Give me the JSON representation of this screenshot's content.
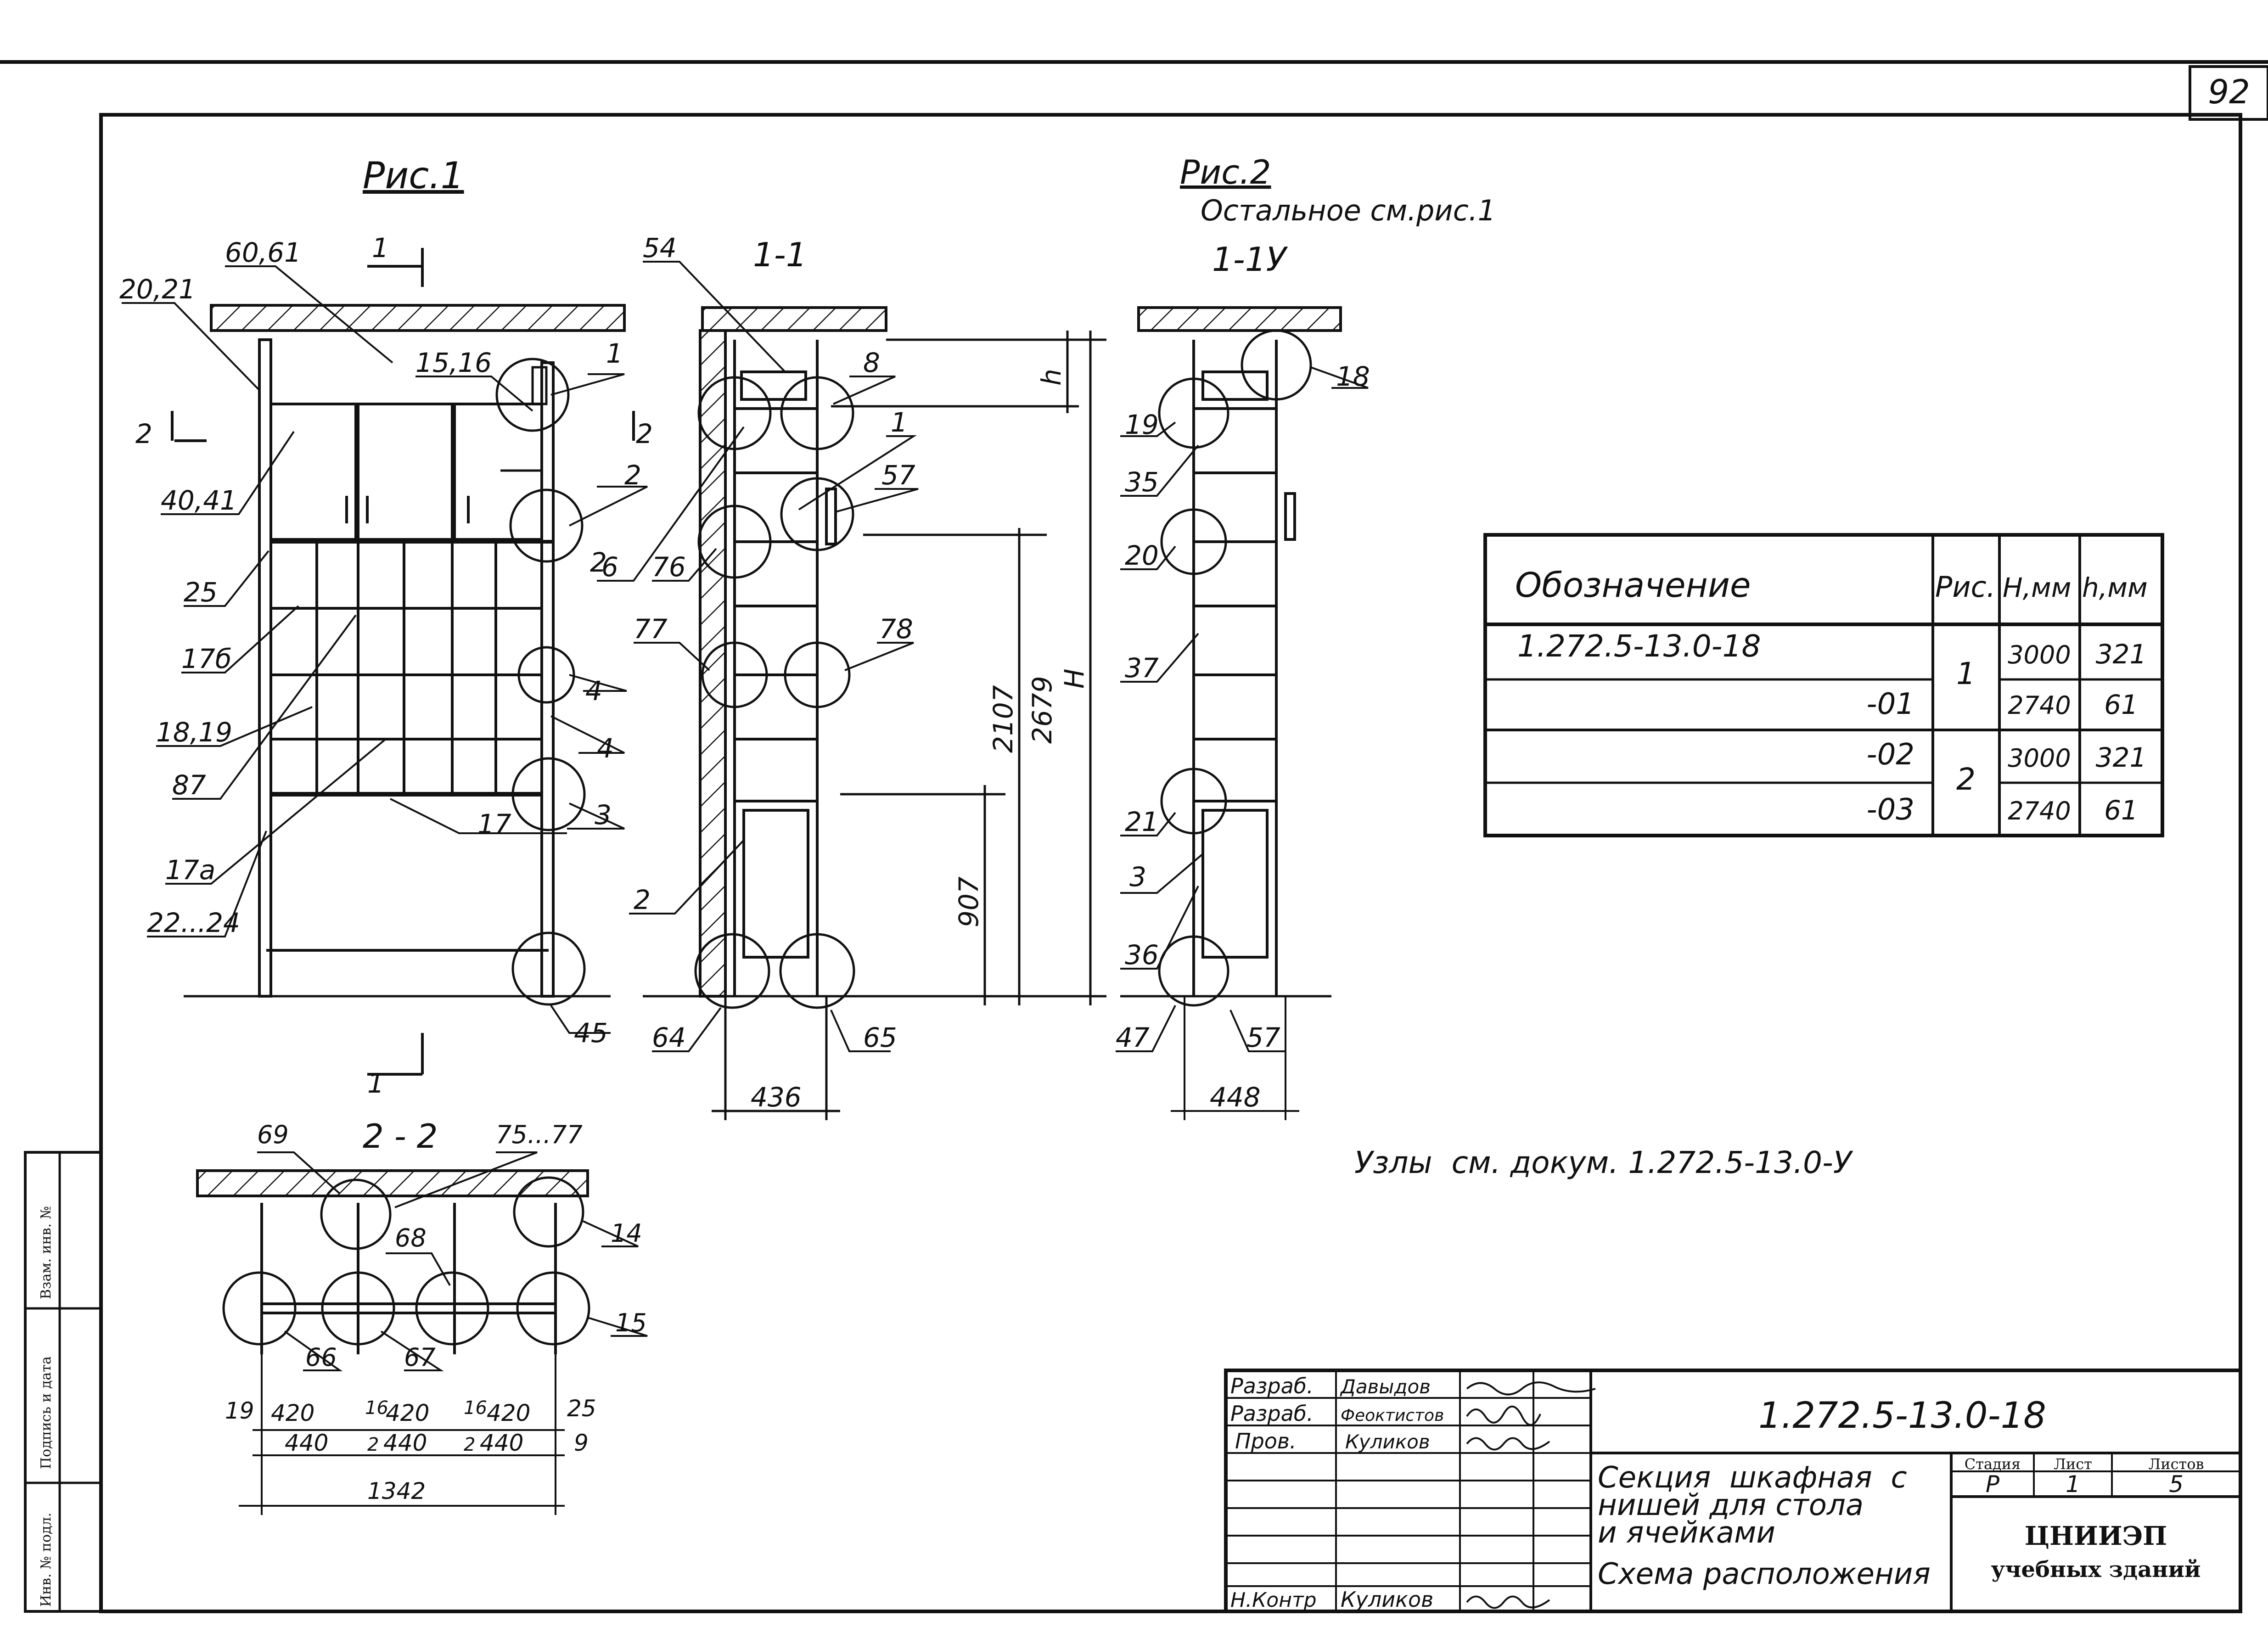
{
  "sheet_number": "92",
  "fig1": {
    "title": "Рис.1",
    "section_label": "1",
    "section_label2": "2",
    "labels": [
      "20,21",
      "60,61",
      "15,16",
      "1",
      "2",
      "40,41",
      "25",
      "17б",
      "18,19",
      "87",
      "17а",
      "22...24",
      "2",
      "4",
      "4",
      "3",
      "17",
      "45"
    ]
  },
  "fig2": {
    "title": "Рис.2",
    "subtitle": "Остальное см.рис.1",
    "view_1_1": "1-1",
    "view_1_1u": "1-1У"
  },
  "section_1_1": {
    "labels": [
      "54",
      "8",
      "1",
      "57",
      "6",
      "76",
      "77",
      "78",
      "2",
      "64",
      "65"
    ],
    "dims": {
      "w": "436",
      "d1": "2107",
      "d2": "2679",
      "d3": "907",
      "h_small": "h",
      "h_big": "H"
    }
  },
  "section_1_1u": {
    "labels": [
      "18",
      "19",
      "35",
      "20",
      "37",
      "21",
      "3",
      "36",
      "47",
      "57"
    ],
    "dims": {
      "w": "448"
    }
  },
  "section_2_2": {
    "title": "2 - 2",
    "labels": [
      "69",
      "75...77",
      "68",
      "14",
      "66",
      "67",
      "15"
    ],
    "dims_top": [
      "19",
      "420",
      "16",
      "420",
      "16",
      "420",
      "25"
    ],
    "dims_mid": [
      "440",
      "2",
      "440",
      "2",
      "440",
      "9"
    ],
    "total": "1342"
  },
  "nodes_note": "Узлы  см. докум. 1.272.5-13.0-У",
  "spec_table": {
    "headers": [
      "Обозначение",
      "Рис.",
      "H,мм",
      "h,мм"
    ],
    "rows": [
      {
        "designation": "1.272.5-13.0-18",
        "fig": "1",
        "H": "3000",
        "h": "321"
      },
      {
        "designation": "-01",
        "fig": "",
        "H": "2740",
        "h": "61"
      },
      {
        "designation": "-02",
        "fig": "2",
        "H": "3000",
        "h": "321"
      },
      {
        "designation": "-03",
        "fig": "",
        "H": "2740",
        "h": "61"
      }
    ]
  },
  "side_stamp": {
    "cells": [
      "Взам. инв. №",
      "Подпись и дата",
      "Инв. № подл."
    ]
  },
  "title_block": {
    "code": "1.272.5-13.0-18",
    "people": [
      {
        "role": "Разраб.",
        "name": "Давыдов"
      },
      {
        "role": "Разраб.",
        "name": "Феоктистов"
      },
      {
        "role": "Пров.",
        "name": "Куликов"
      },
      {
        "role": "Н.Контр",
        "name": "Куликов"
      }
    ],
    "name_line1": "Секция  шкафная  с",
    "name_line2": "нишей для стола",
    "name_line3": "и ячейками",
    "name_line4": "Схема расположения",
    "stage_label": "Стадия",
    "sheet_label": "Лист",
    "sheets_label": "Листов",
    "stage": "Р",
    "sheet": "1",
    "sheets": "5",
    "org1": "ЦНИИЭП",
    "org2": "учебных зданий"
  }
}
